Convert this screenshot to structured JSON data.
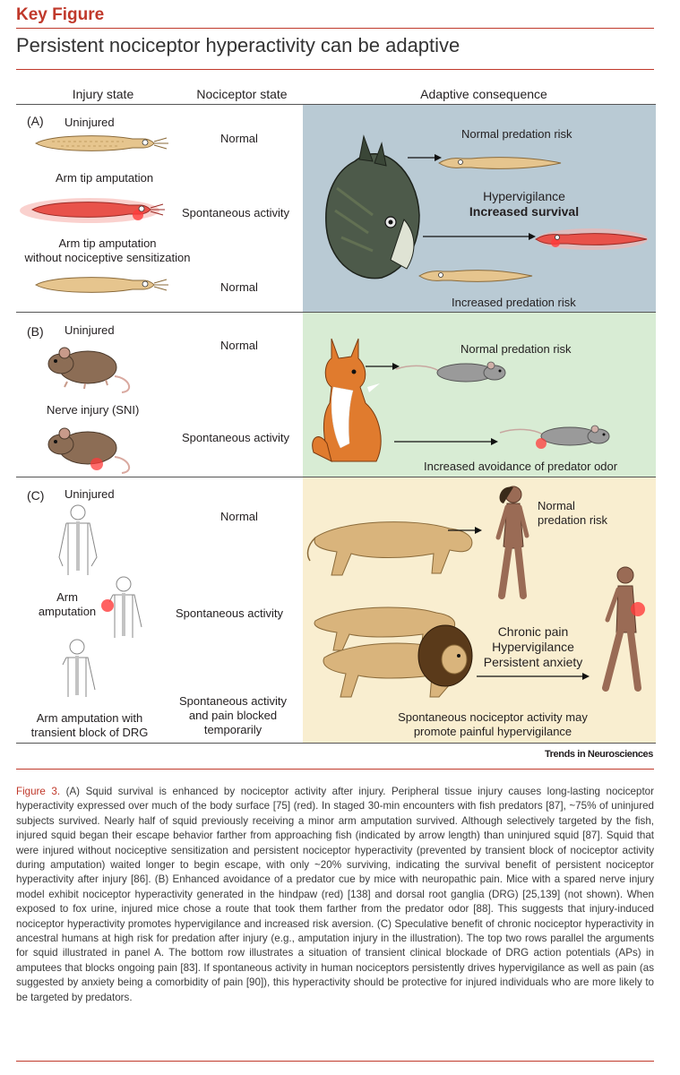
{
  "header": {
    "key_figure": "Key Figure",
    "title": "Persistent nociceptor hyperactivity can be adaptive"
  },
  "columns": {
    "injury": "Injury state",
    "nociceptor": "Nociceptor state",
    "consequence": "Adaptive consequence"
  },
  "panel_a": {
    "label": "(A)",
    "row1_state": "Uninjured",
    "row2_state": "Arm tip amputation",
    "row3_state_line1": "Arm tip amputation",
    "row3_state_line2": "without nociceptive sensitization",
    "noci1": "Normal",
    "noci2": "Spontaneous activity",
    "noci3": "Normal",
    "cons1": "Normal predation risk",
    "cons2_line1": "Hypervigilance",
    "cons2_line2": "Increased survival",
    "cons3": "Increased predation risk",
    "bg_color": "#b9cad4"
  },
  "panel_b": {
    "label": "(B)",
    "row1_state": "Uninjured",
    "row2_state": "Nerve injury (SNI)",
    "noci1": "Normal",
    "noci2": "Spontaneous activity",
    "cons1": "Normal predation risk",
    "cons2": "Increased avoidance of predator odor",
    "bg_color": "#d8ecd4"
  },
  "panel_c": {
    "label": "(C)",
    "row1_state": "Uninjured",
    "row2_state_line1": "Arm",
    "row2_state_line2": "amputation",
    "row3_state_line1": "Arm amputation with",
    "row3_state_line2": "transient block of DRG",
    "noci1": "Normal",
    "noci2": "Spontaneous activity",
    "noci3_line1": "Spontaneous activity",
    "noci3_line2": "and pain blocked",
    "noci3_line3": "temporarily",
    "cons1_line1": "Normal",
    "cons1_line2": "predation risk",
    "cons2_line1": "Chronic pain",
    "cons2_line2": "Hypervigilance",
    "cons2_line3": "Persistent anxiety",
    "cons3_line1": "Spontaneous nociceptor activity may",
    "cons3_line2": "promote painful hypervigilance",
    "bg_color": "#f9eed0"
  },
  "credit": "Trends in Neurosciences",
  "caption": {
    "figure_label": "Figure 3.",
    "text": " (A) Squid survival is enhanced by nociceptor activity after injury. Peripheral tissue injury causes long-lasting nociceptor hyperactivity expressed over much of the body surface [75] (red). In staged 30-min encounters with fish predators [87], ~75% of uninjured subjects survived. Nearly half of squid previously receiving a minor arm amputation survived. Although selectively targeted by the fish, injured squid began their escape behavior farther from approaching fish (indicated by arrow length) than uninjured squid [87]. Squid that were injured without nociceptive sensitization and persistent nociceptor hyperactivity (prevented by transient block of nociceptor activity during amputation) waited longer to begin escape, with only ~20% surviving, indicating the survival benefit of persistent nociceptor hyperactivity after injury [86]. (B) Enhanced avoidance of a predator cue by mice with neuropathic pain. Mice with a spared nerve injury model exhibit nociceptor hyperactivity generated in the hindpaw (red) [138] and dorsal root ganglia (DRG) [25,139] (not shown). When exposed to fox urine, injured mice chose a route that took them farther from the predator odor [88]. This suggests that injury-induced nociceptor hyperactivity promotes hypervigilance and increased risk aversion. (C) Speculative benefit of chronic nociceptor hyperactivity in ancestral humans at high risk for predation after injury (e.g., amputation injury in the illustration). The top two rows parallel the arguments for squid illustrated in panel A. The bottom row illustrates a situation of transient clinical blockade of DRG action potentials (APs) in amputees that blocks ongoing pain [83]. If spontaneous activity in human nociceptors persistently drives hypervigilance as well as pain (as suggested by anxiety being a comorbidity of pain [90]), this hyperactivity should be protective for injured individuals who are more likely to be targeted by predators."
  },
  "colors": {
    "accent": "#c0392b",
    "squid": "#e6c58e",
    "squid_red": "#e8524a",
    "mouse": "#8c6d55",
    "mouse_grey": "#9a9a9a",
    "fox": "#e07b2e",
    "lion": "#d9b47c",
    "human": "#9a6b55"
  }
}
